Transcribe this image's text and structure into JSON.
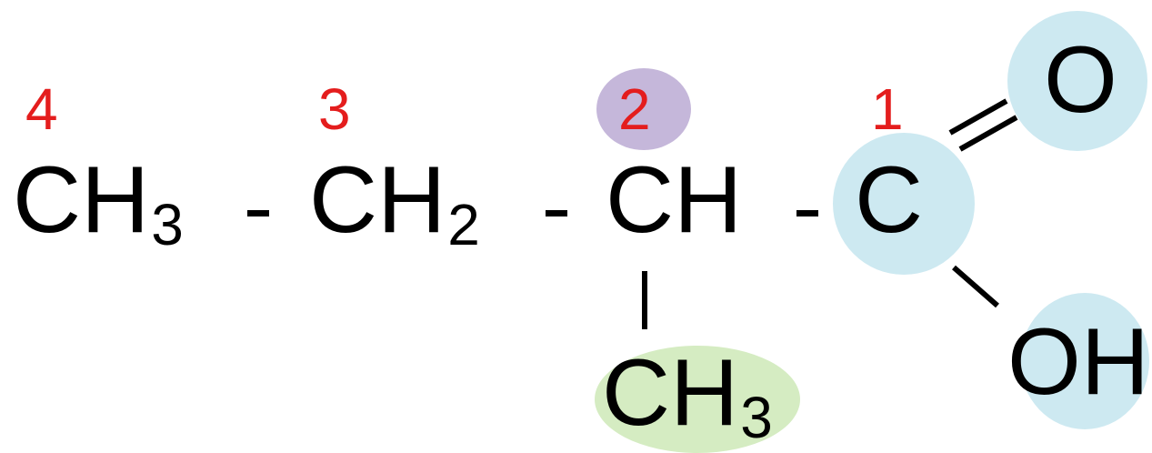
{
  "colors": {
    "number": "#e41d1d",
    "carboxyl_highlight": "#cde9f1",
    "c2_highlight": "#c5b7da",
    "methyl_highlight": "#d5ecc2"
  },
  "numbers": [
    "4",
    "3",
    "2",
    "1"
  ],
  "groups": {
    "c4": {
      "atom": "CH",
      "subscript": "3"
    },
    "c3": {
      "atom": "CH",
      "subscript": "2"
    },
    "c2": {
      "atom": "CH"
    },
    "c1": {
      "atom": "C"
    },
    "branch": {
      "atom": "CH",
      "subscript": "3"
    },
    "carbonyl_o": {
      "atom": "O"
    },
    "hydroxyl": {
      "atom": "OH"
    }
  }
}
